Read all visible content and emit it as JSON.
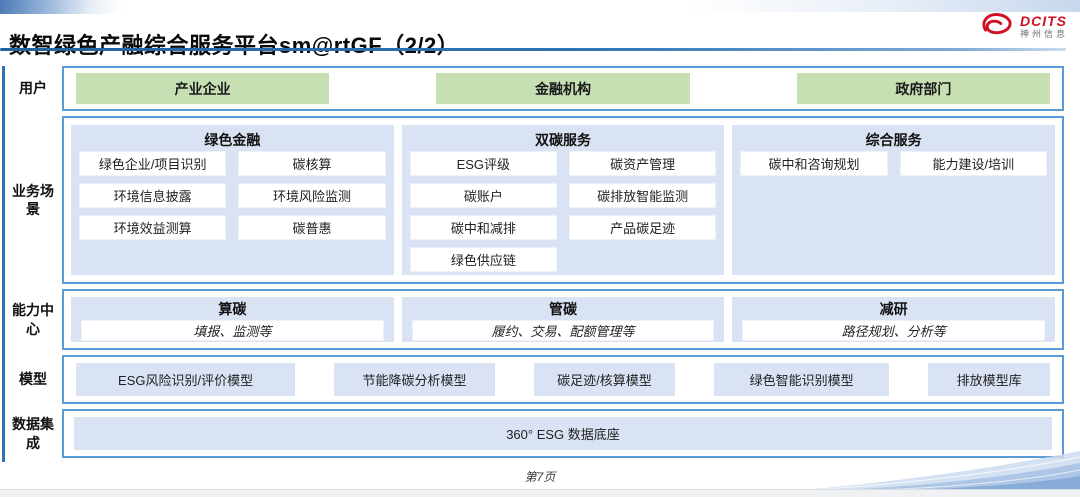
{
  "colors": {
    "accent_blue": "#2e75b6",
    "border_blue": "#5b9bd5",
    "panel_blue": "#dae3f3",
    "button_green": "#c6e0b4",
    "brand_red": "#d11022"
  },
  "header": {
    "title": "数智绿色产融综合服务平台sm@rtGF（2/2）",
    "logo_brand": "DCITS",
    "logo_sub": "神州信息"
  },
  "rows": {
    "users": {
      "label": "用户",
      "items": [
        "产业企业",
        "金融机构",
        "政府部门"
      ]
    },
    "scenarios": {
      "label": "业务场景",
      "groups": [
        {
          "title": "绿色金融",
          "items": [
            "绿色企业/项目识别",
            "碳核算",
            "环境信息披露",
            "环境风险监测",
            "环境效益测算",
            "碳普惠"
          ]
        },
        {
          "title": "双碳服务",
          "items": [
            "ESG评级",
            "碳资产管理",
            "碳账户",
            "碳排放智能监测",
            "碳中和减排",
            "产品碳足迹",
            "绿色供应链"
          ]
        },
        {
          "title": "综合服务",
          "items": [
            "碳中和咨询规划",
            "能力建设/培训"
          ]
        }
      ]
    },
    "capabilities": {
      "label": "能力中心",
      "groups": [
        {
          "title": "算碳",
          "subtitle": "填报、监测等"
        },
        {
          "title": "管碳",
          "subtitle": "履约、交易、配额管理等"
        },
        {
          "title": "减研",
          "subtitle": "路径规划、分析等"
        }
      ]
    },
    "models": {
      "label": "模型",
      "items": [
        "ESG风险识别/评价模型",
        "节能降碳分析模型",
        "碳足迹/核算模型",
        "绿色智能识别模型",
        "排放模型库"
      ]
    },
    "data_integration": {
      "label": "数据集成",
      "items": [
        "360° ESG 数据底座"
      ]
    }
  },
  "footer": {
    "page_label": "第7页"
  }
}
